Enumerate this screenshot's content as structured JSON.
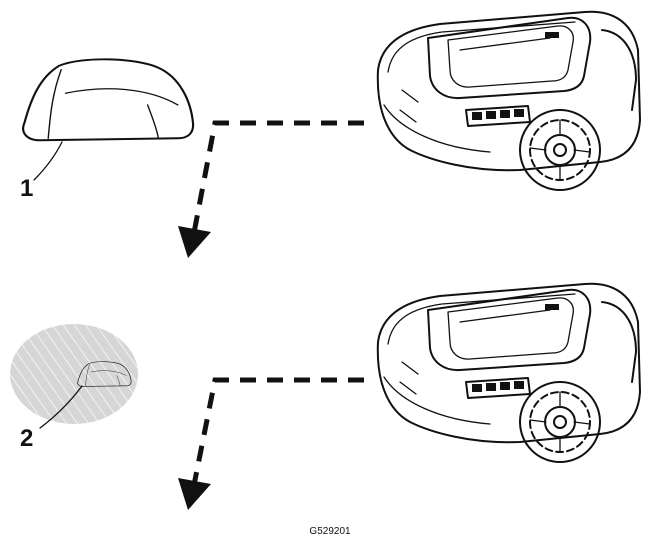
{
  "callouts": [
    {
      "number": "1",
      "icon": "rock-cover-icon"
    },
    {
      "number": "2",
      "icon": "rock-cover-in-lawn-icon"
    }
  ],
  "figure_id": "G529201",
  "icons": {
    "mower": "robotic-mower-icon",
    "path_arrow": "dashed-arrow-icon",
    "lawn": "hatched-lawn-area-icon"
  }
}
